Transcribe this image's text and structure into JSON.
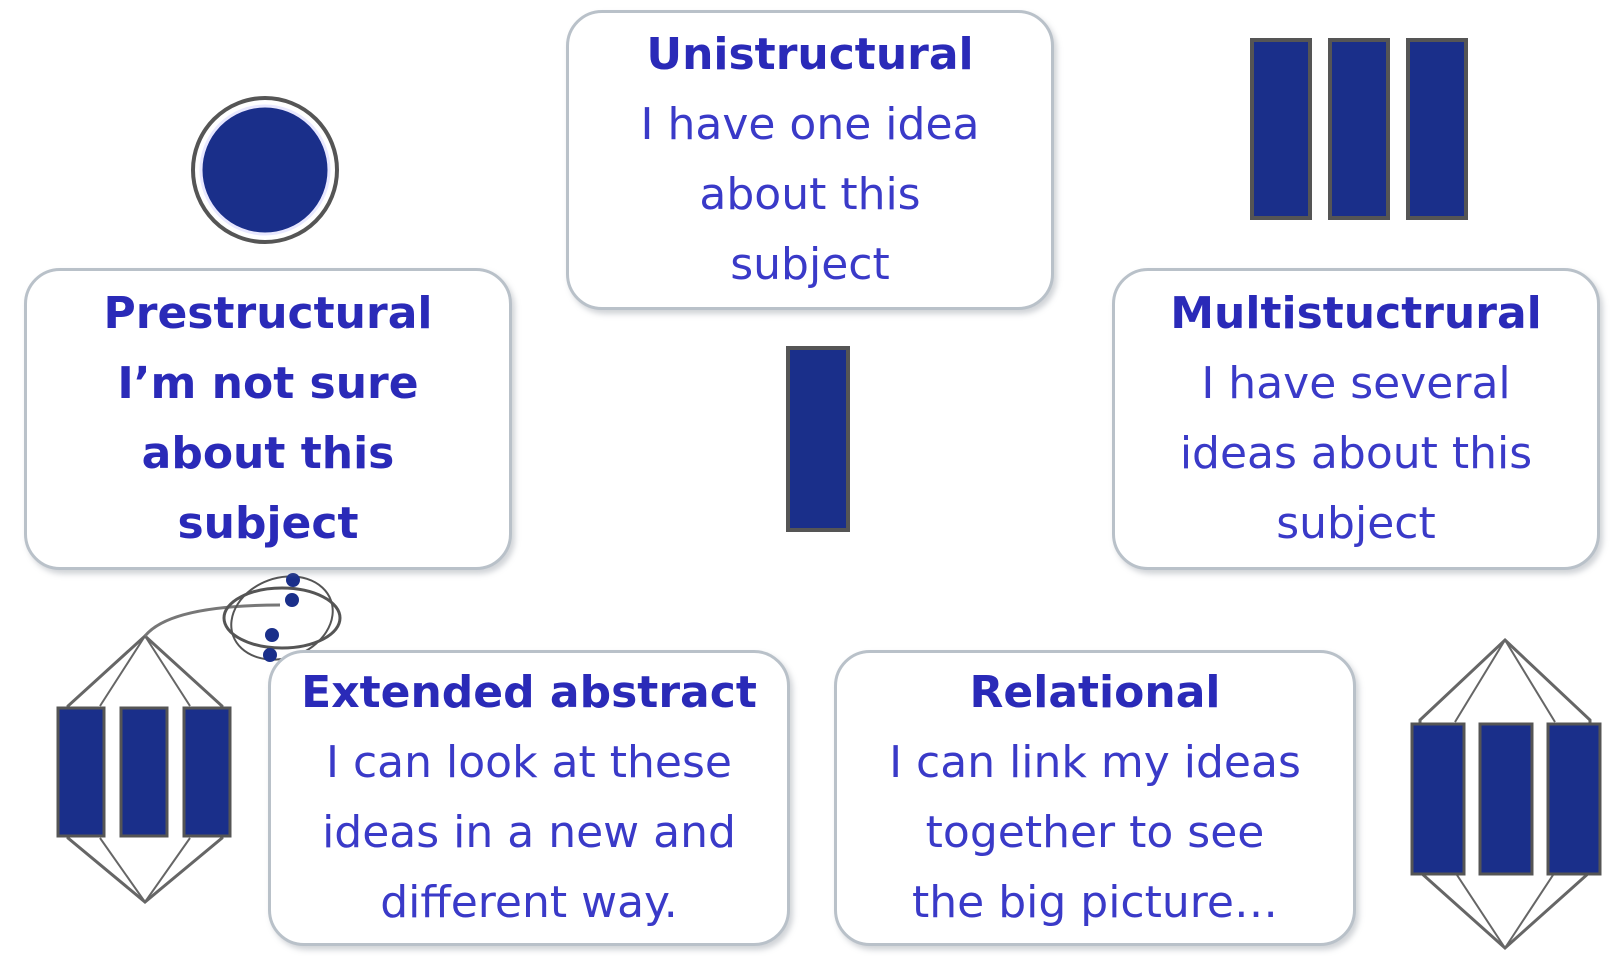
{
  "colors": {
    "text": "#2b2bbf",
    "shape_fill": "#1a2f8a",
    "card_border": "#b9c1c9"
  },
  "cards": {
    "unistructural": {
      "title": "Unistructural",
      "lines": [
        "I have one idea",
        "about this",
        "subject"
      ]
    },
    "prestructural": {
      "title": "Prestructural",
      "lines": [
        "I’m not sure",
        "about this",
        "subject"
      ]
    },
    "multistructural": {
      "title": "Multistuctrural",
      "lines": [
        "I have several",
        "ideas about this",
        "subject"
      ]
    },
    "extended_abstract": {
      "title": "Extended abstract",
      "lines": [
        "I can look at these",
        "ideas in a new and",
        "different way."
      ]
    },
    "relational": {
      "title": "Relational",
      "lines": [
        "I can link my ideas",
        "together to see",
        "the big picture…"
      ]
    }
  },
  "icons": {
    "prestructural": "circle-icon",
    "unistructural": "single-bar-icon",
    "multistructural": "three-bars-icon",
    "relational": "linked-bars-icon",
    "extended_abstract": "extended-bars-icon"
  }
}
